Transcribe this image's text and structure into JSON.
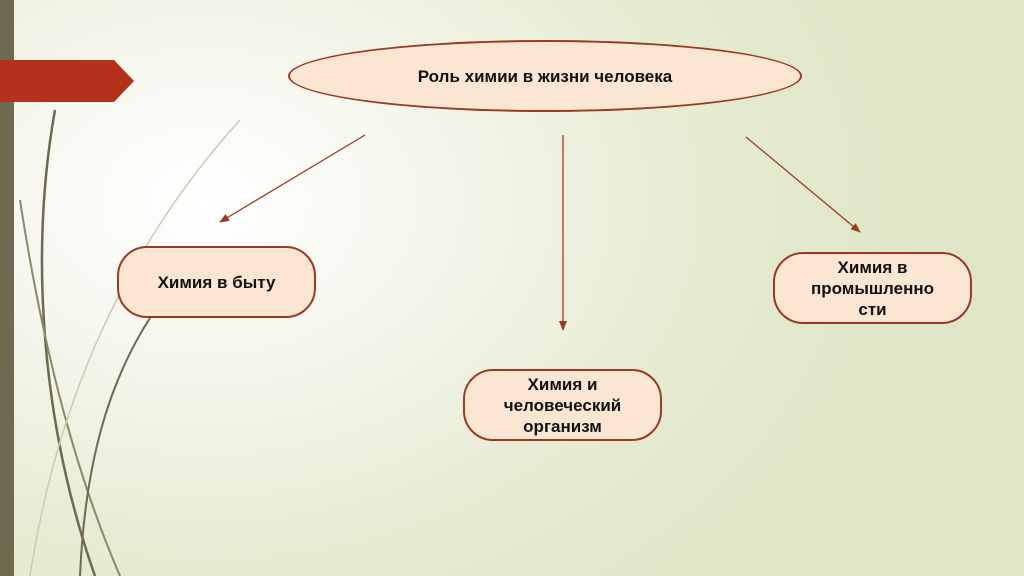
{
  "diagram": {
    "root": {
      "label": "Роль химии в жизни человека"
    },
    "children": [
      {
        "label": "Химия в быту"
      },
      {
        "label": "Химия и\nчеловеческий\nорганизм"
      },
      {
        "label": "Химия в\nпромышленно\nсти"
      }
    ]
  },
  "colors": {
    "node_fill": "#fbe6d4",
    "node_border": "#9b3a22",
    "arrow": "#9b3a22",
    "accent_tab": "#b5301a",
    "left_bar": "#6f6a4f"
  }
}
